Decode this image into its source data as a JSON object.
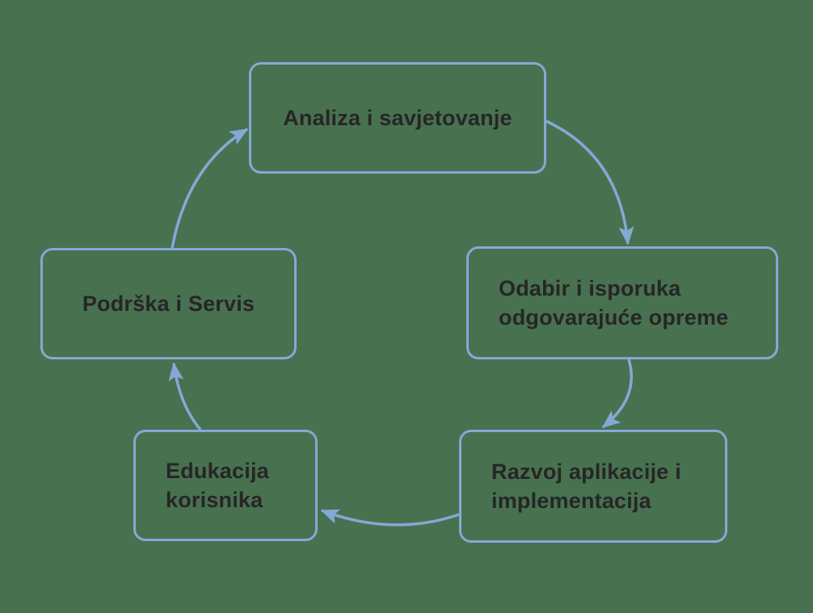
{
  "diagram": {
    "type": "cycle",
    "nodes": [
      {
        "id": "analiza",
        "label": "Analiza i savjetovanje"
      },
      {
        "id": "odabir",
        "label": "Odabir i isporuka\nodgovarajuće opreme"
      },
      {
        "id": "razvoj",
        "label": "Razvoj aplikacije i\nimplementacija"
      },
      {
        "id": "edukacija",
        "label": "Edukacija\nkorisnika"
      },
      {
        "id": "podrska",
        "label": "Podrška i Servis"
      }
    ],
    "connections": [
      {
        "from": "analiza",
        "to": "odabir"
      },
      {
        "from": "odabir",
        "to": "razvoj"
      },
      {
        "from": "razvoj",
        "to": "edukacija"
      },
      {
        "from": "edukacija",
        "to": "podrska"
      },
      {
        "from": "podrska",
        "to": "analiza"
      }
    ],
    "colors": {
      "background": "#487150",
      "node_border": "#84a9d6",
      "arrow": "#84a9d6",
      "text": "#262626"
    }
  }
}
